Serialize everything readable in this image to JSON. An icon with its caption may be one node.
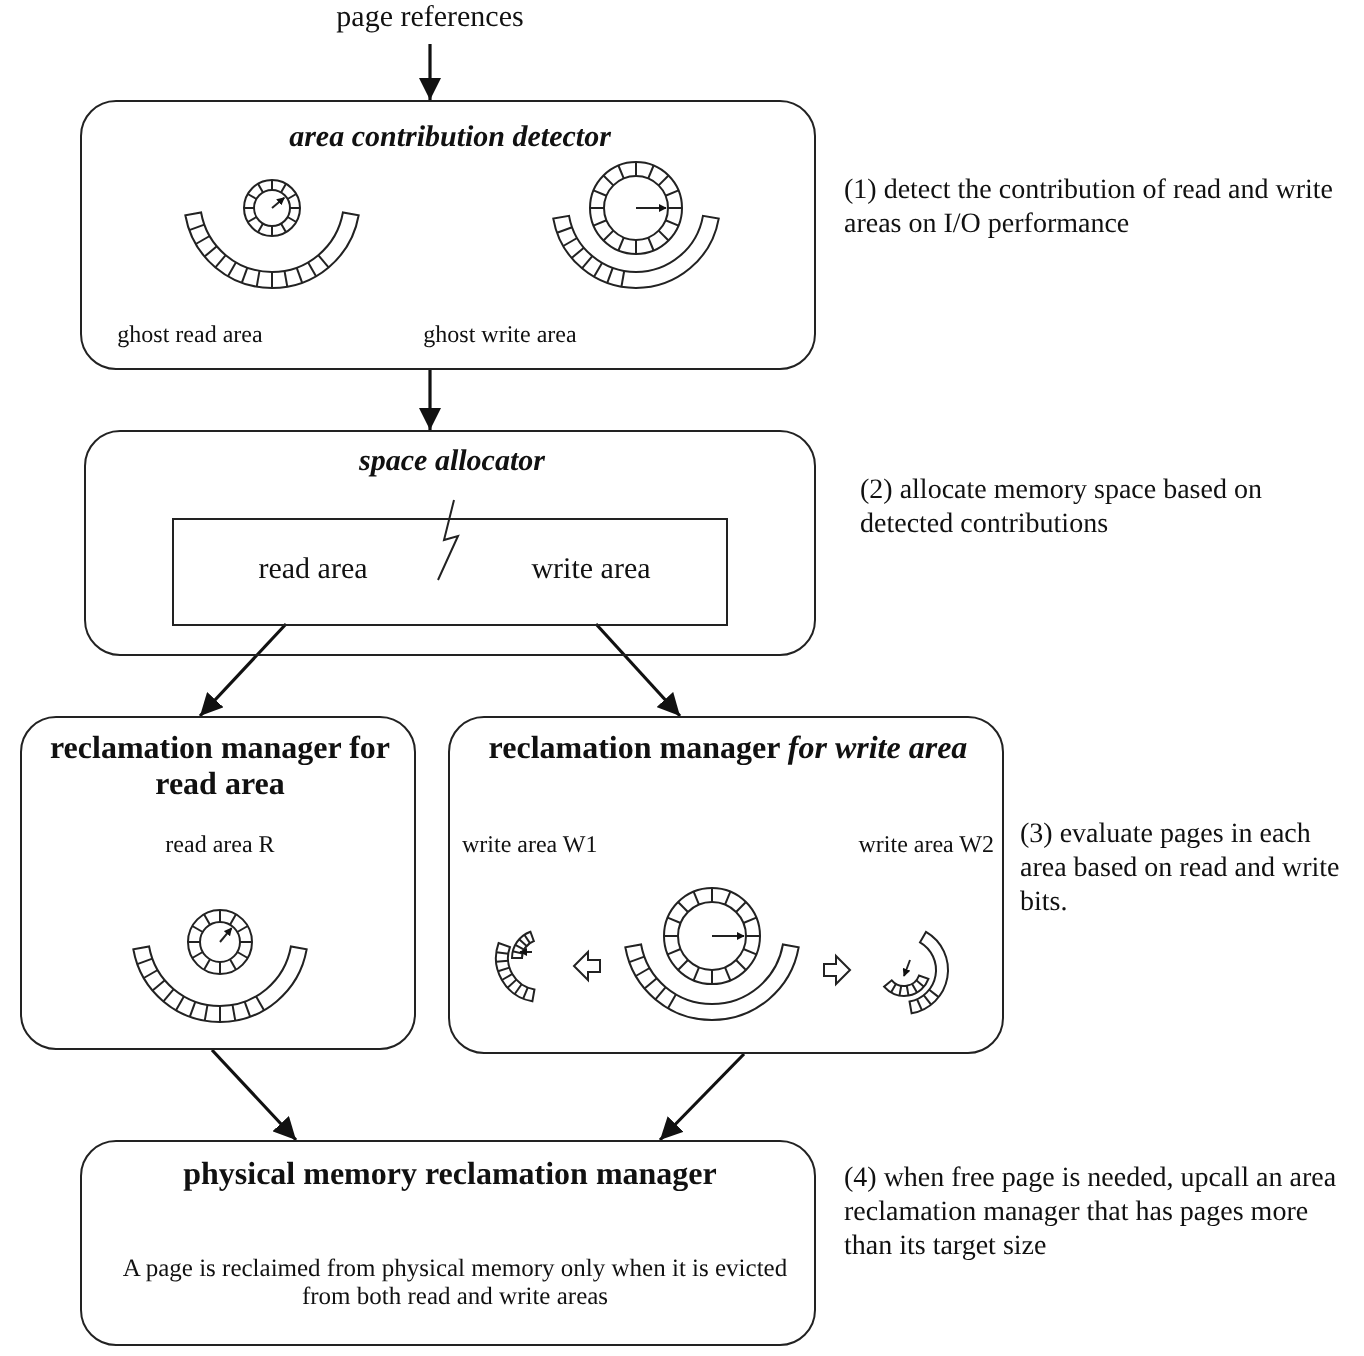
{
  "diagram": {
    "nodes": [
      {
        "text": [
          "page references"
        ]
      },
      {
        "text": [
          "area contribution detector"
        ],
        "beside": [
          "(1) detect the contribution of read and write areas on I/O performance"
        ]
      },
      {
        "text": [
          "space allocator"
        ],
        "beside": [
          "(2) allocate memory space based on detected contributions"
        ]
      },
      {
        "text": [
          "read area",
          "write area"
        ],
        "in": 2
      },
      {
        "text": [
          "reclamation manager for read area",
          "read area R"
        ]
      },
      {
        "text": [
          "reclamation manager *for write area*",
          "write area W1",
          "write area W2"
        ],
        "beside": [
          "(3) evaluate pages in each area based on read and write bits."
        ]
      },
      {
        "text": [
          "physical memory reclamation manager",
          "A page is reclaimed from physical memory only when it is evicted from both read and write areas"
        ],
        "beside": [
          "(4) when free page is needed, upcall an area reclamation manager that has pages more than its target size"
        ]
      }
    ],
    "edges": [
      {
        "from": 0,
        "to": 1,
        "arrow": "to"
      },
      {
        "from": 1,
        "to": 2,
        "arrow": "to"
      },
      {
        "from": 3,
        "to": 4,
        "arrow": "to"
      },
      {
        "from": 3,
        "to": 5,
        "arrow": "to"
      },
      {
        "from": 4,
        "to": 6,
        "arrow": "to"
      },
      {
        "from": 5,
        "to": 6,
        "arrow": "to"
      }
    ],
    "labels": [
      "ghost read area",
      "ghost write area"
    ]
  }
}
